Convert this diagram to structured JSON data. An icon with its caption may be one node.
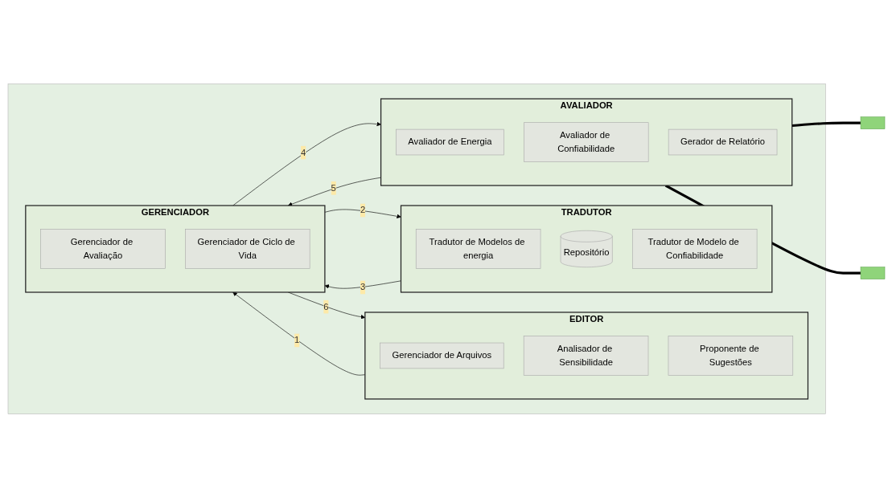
{
  "diagram": {
    "nodes": [
      {
        "text": [],
        "shape": "box"
      },
      {
        "text": [
          "EDITOR"
        ],
        "in": 0
      },
      {
        "text": [
          "Gerenciador de Arquivos"
        ],
        "in": 1
      },
      {
        "text": [
          "Analisador de Sensibilidade"
        ],
        "in": 1
      },
      {
        "text": [
          "Proponente de Sugestões"
        ],
        "in": 1
      },
      {
        "text": [
          "TRADUTOR"
        ],
        "in": 0
      },
      {
        "text": [
          "Tradutor de Modelos de energia"
        ],
        "in": 5
      },
      {
        "text": [
          "Repositório"
        ],
        "in": 5
      },
      {
        "text": [
          "Tradutor de Modelo de Confiabilidade"
        ],
        "in": 5
      },
      {
        "text": [
          "AVALIADOR"
        ],
        "in": 0
      },
      {
        "text": [
          "Avaliador de Energia"
        ],
        "in": 9
      },
      {
        "text": [
          "Avaliador de Confiabilidade"
        ],
        "in": 9
      },
      {
        "text": [
          "Gerador de Relatório"
        ],
        "in": 9
      },
      {
        "text": [
          "GERENCIADOR"
        ],
        "in": 0
      },
      {
        "text": [
          "Gerenciador de Avaliação"
        ],
        "in": 13
      },
      {
        "text": [
          "Gerenciador de Ciclo de Vida"
        ],
        "in": 13
      },
      {
        "text": [],
        "shape": "box"
      },
      {
        "text": [],
        "shape": "box"
      }
    ],
    "edges": [
      {
        "from": 1,
        "to": 13,
        "arrow": "to",
        "label": "1"
      },
      {
        "from": 13,
        "to": 1,
        "arrow": "to",
        "label": "6"
      },
      {
        "from": 13,
        "to": 5,
        "arrow": "to",
        "label": "2"
      },
      {
        "from": 5,
        "to": 13,
        "arrow": "to",
        "label": "3"
      },
      {
        "from": 13,
        "to": 9,
        "arrow": "to",
        "label": "4"
      },
      {
        "from": 9,
        "to": 13,
        "arrow": "to",
        "label": "5"
      },
      {
        "from": 9,
        "to": 16,
        "arrow": "none",
        "style": "thick"
      },
      {
        "from": 9,
        "to": 17,
        "arrow": "none",
        "style": "thick"
      }
    ]
  }
}
